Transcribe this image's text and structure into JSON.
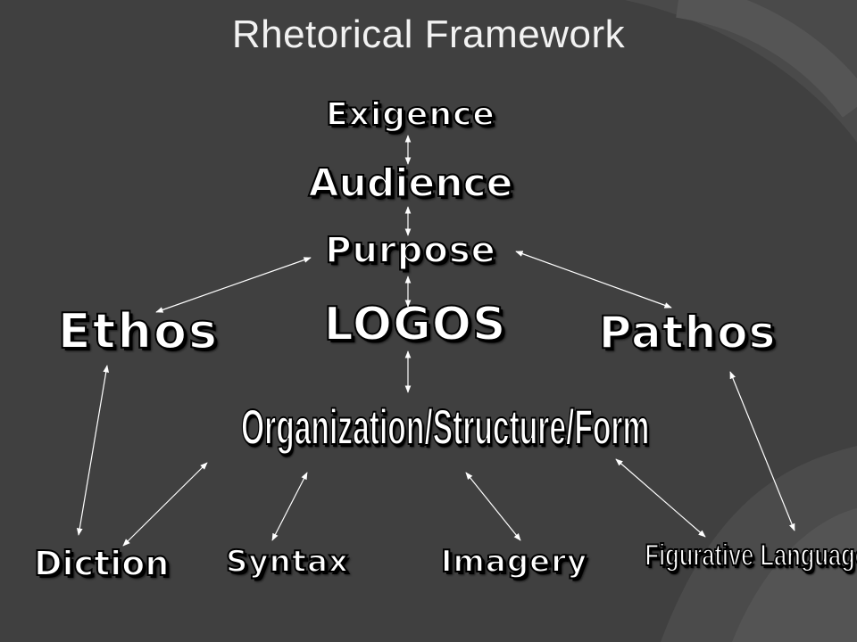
{
  "slide": {
    "title": "Rhetorical Framework"
  },
  "nodes": {
    "exigence": "Exigence",
    "audience": "Audience",
    "purpose": "Purpose",
    "ethos": "Ethos",
    "logos": "LOGOS",
    "pathos": "Pathos",
    "organization": "Organization/Structure/Form",
    "diction": "Diction",
    "syntax": "Syntax",
    "imagery": "Imagery",
    "figurative": "Figurative Language"
  },
  "colors": {
    "background": "#404040",
    "text": "#ffffff",
    "arrow": "#ffffff"
  }
}
